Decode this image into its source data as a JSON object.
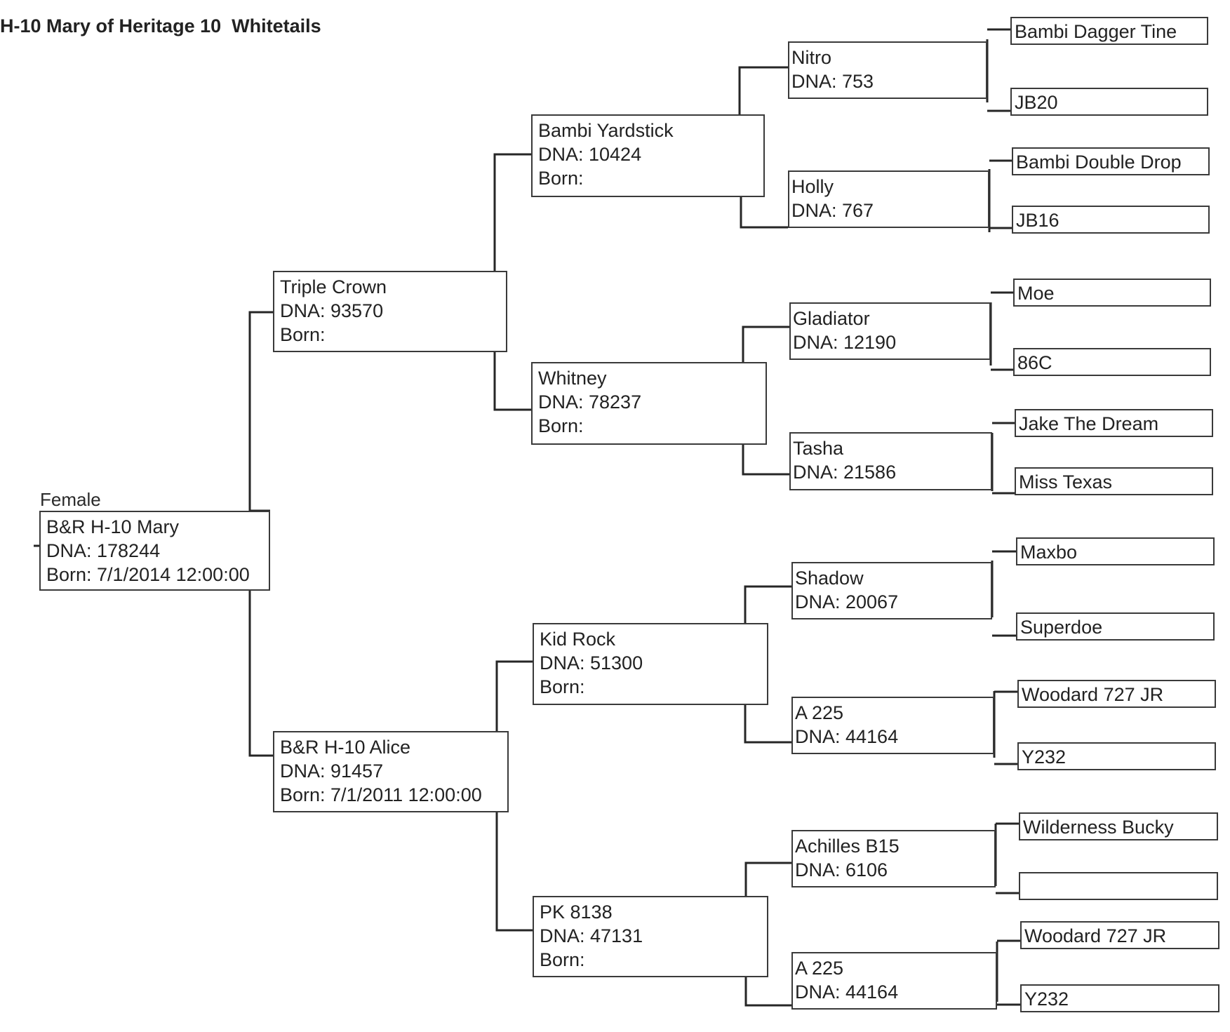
{
  "title": "H-10 Mary of Heritage 10  Whitetails",
  "subject": {
    "sex": "Female",
    "name": "B&R H-10 Mary",
    "dna": "DNA: 178244",
    "born": "Born: 7/1/2014 12:00:00"
  },
  "parents": [
    {
      "name": "Triple Crown",
      "dna": "DNA: 93570",
      "born": "Born:"
    },
    {
      "name": "B&R H-10 Alice",
      "dna": "DNA: 91457",
      "born": "Born: 7/1/2011 12:00:00"
    }
  ],
  "grandparents": [
    {
      "name": "Bambi Yardstick",
      "dna": "DNA: 10424",
      "born": "Born:"
    },
    {
      "name": "Whitney",
      "dna": "DNA: 78237",
      "born": "Born:"
    },
    {
      "name": "Kid Rock",
      "dna": "DNA: 51300",
      "born": "Born:"
    },
    {
      "name": "PK 8138",
      "dna": "DNA: 47131",
      "born": "Born:"
    }
  ],
  "great_grandparents": [
    {
      "name": "Nitro",
      "dna": "DNA: 753"
    },
    {
      "name": "Holly",
      "dna": "DNA: 767"
    },
    {
      "name": "Gladiator",
      "dna": "DNA: 12190"
    },
    {
      "name": "Tasha",
      "dna": "DNA: 21586"
    },
    {
      "name": "Shadow",
      "dna": "DNA: 20067"
    },
    {
      "name": "A 225",
      "dna": "DNA: 44164"
    },
    {
      "name": "Achilles B15",
      "dna": "DNA: 6106"
    },
    {
      "name": "A 225",
      "dna": "DNA: 44164"
    }
  ],
  "great_great_grandparents": [
    {
      "name": "Bambi Dagger Tine"
    },
    {
      "name": "JB20"
    },
    {
      "name": "Bambi Double Drop"
    },
    {
      "name": "JB16"
    },
    {
      "name": "Moe"
    },
    {
      "name": "86C"
    },
    {
      "name": "Jake The Dream"
    },
    {
      "name": "Miss Texas"
    },
    {
      "name": "Maxbo"
    },
    {
      "name": "Superdoe"
    },
    {
      "name": "Woodard 727 JR"
    },
    {
      "name": "Y232"
    },
    {
      "name": "Wilderness Bucky"
    },
    {
      "name": ""
    },
    {
      "name": "Woodard 727 JR"
    },
    {
      "name": "Y232"
    }
  ]
}
